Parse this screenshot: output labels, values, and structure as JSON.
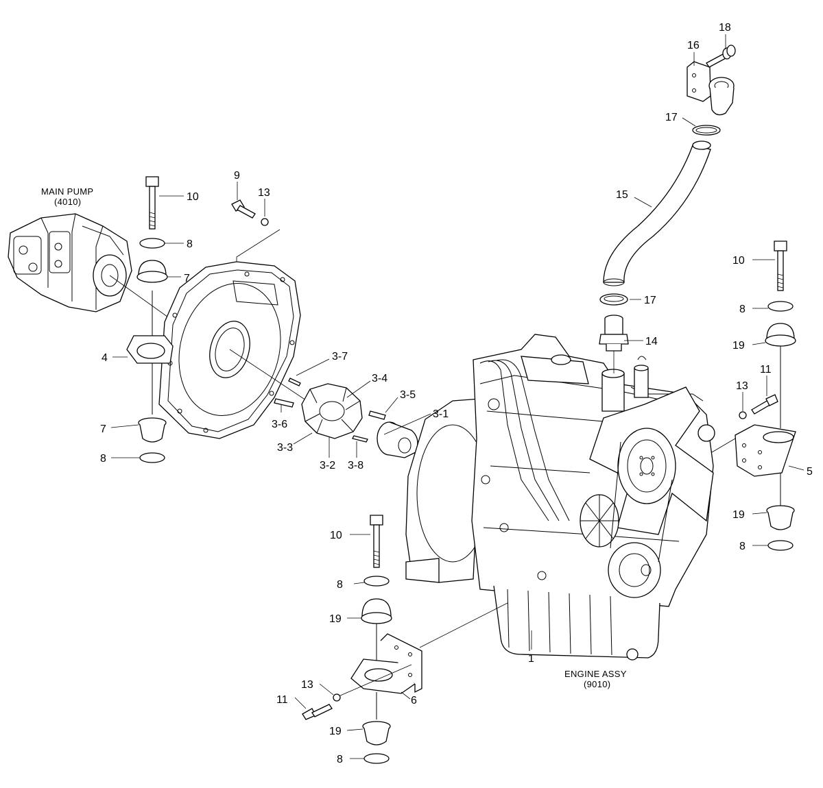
{
  "captions": {
    "main_pump": "MAIN PUMP",
    "main_pump_code": "(4010)",
    "engine_assy": "ENGINE ASSY",
    "engine_code": "(9010)"
  },
  "callouts": [
    {
      "id": "c18",
      "text": "18"
    },
    {
      "id": "c16",
      "text": "16"
    },
    {
      "id": "c17a",
      "text": "17"
    },
    {
      "id": "c15",
      "text": "15"
    },
    {
      "id": "c17b",
      "text": "17"
    },
    {
      "id": "c14",
      "text": "14"
    },
    {
      "id": "c9",
      "text": "9"
    },
    {
      "id": "c13a",
      "text": "13"
    },
    {
      "id": "c10a",
      "text": "10"
    },
    {
      "id": "c8a",
      "text": "8"
    },
    {
      "id": "c7a",
      "text": "7"
    },
    {
      "id": "c4",
      "text": "4"
    },
    {
      "id": "c7b",
      "text": "7"
    },
    {
      "id": "c8b",
      "text": "8"
    },
    {
      "id": "c3-7",
      "text": "3-7"
    },
    {
      "id": "c3-4",
      "text": "3-4"
    },
    {
      "id": "c3-5",
      "text": "3-5"
    },
    {
      "id": "c3-6",
      "text": "3-6"
    },
    {
      "id": "c3-1",
      "text": "3-1"
    },
    {
      "id": "c3-3",
      "text": "3-3"
    },
    {
      "id": "c3-2",
      "text": "3-2"
    },
    {
      "id": "c3-8",
      "text": "3-8"
    },
    {
      "id": "c10b",
      "text": "10"
    },
    {
      "id": "c8c",
      "text": "8"
    },
    {
      "id": "c19a",
      "text": "19"
    },
    {
      "id": "c13b",
      "text": "13"
    },
    {
      "id": "c11a",
      "text": "11"
    },
    {
      "id": "c6",
      "text": "6"
    },
    {
      "id": "c19b",
      "text": "19"
    },
    {
      "id": "c8d",
      "text": "8"
    },
    {
      "id": "c1",
      "text": "1"
    },
    {
      "id": "c10c",
      "text": "10"
    },
    {
      "id": "c8e",
      "text": "8"
    },
    {
      "id": "c19c",
      "text": "19"
    },
    {
      "id": "c13c",
      "text": "13"
    },
    {
      "id": "c11b",
      "text": "11"
    },
    {
      "id": "c5",
      "text": "5"
    },
    {
      "id": "c19d",
      "text": "19"
    },
    {
      "id": "c8f",
      "text": "8"
    }
  ]
}
